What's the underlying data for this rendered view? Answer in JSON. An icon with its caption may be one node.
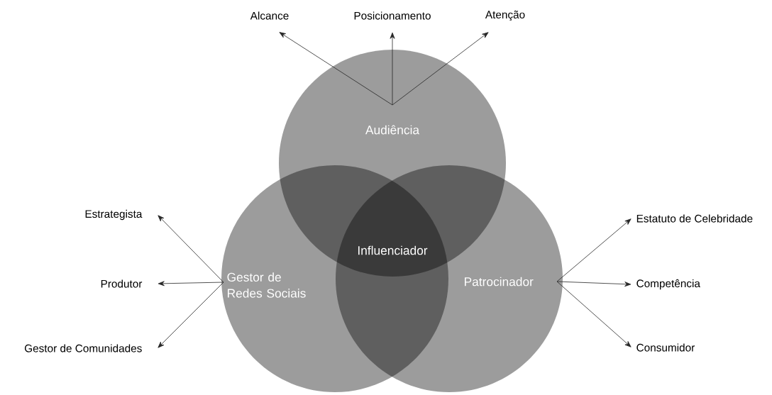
{
  "diagram": {
    "nodes": [
      {
        "text": [
          "Audiência"
        ]
      },
      {
        "text": [
          "Gestor de Redes Sociais"
        ]
      },
      {
        "text": [
          "Patrocinador"
        ]
      },
      {
        "text": [
          "Influenciador"
        ]
      },
      {
        "text": [
          "Alcance"
        ]
      },
      {
        "text": [
          "Posicionamento"
        ]
      },
      {
        "text": [
          "Atenção"
        ]
      },
      {
        "text": [
          "Estrategista"
        ]
      },
      {
        "text": [
          "Produtor"
        ]
      },
      {
        "text": [
          "Gestor de Comunidades"
        ]
      },
      {
        "text": [
          "Estatuto de Celebridade"
        ]
      },
      {
        "text": [
          "Competência"
        ]
      },
      {
        "text": [
          "Consumidor"
        ]
      }
    ],
    "edges": [
      {
        "from": 0,
        "to": 4,
        "arrow": "to"
      },
      {
        "from": 0,
        "to": 5,
        "arrow": "to"
      },
      {
        "from": 0,
        "to": 6,
        "arrow": "to"
      },
      {
        "from": 1,
        "to": 7,
        "arrow": "to"
      },
      {
        "from": 1,
        "to": 8,
        "arrow": "to"
      },
      {
        "from": 1,
        "to": 9,
        "arrow": "to"
      },
      {
        "from": 2,
        "to": 10,
        "arrow": "to"
      },
      {
        "from": 2,
        "to": 11,
        "arrow": "to"
      },
      {
        "from": 2,
        "to": 12,
        "arrow": "to"
      }
    ]
  }
}
